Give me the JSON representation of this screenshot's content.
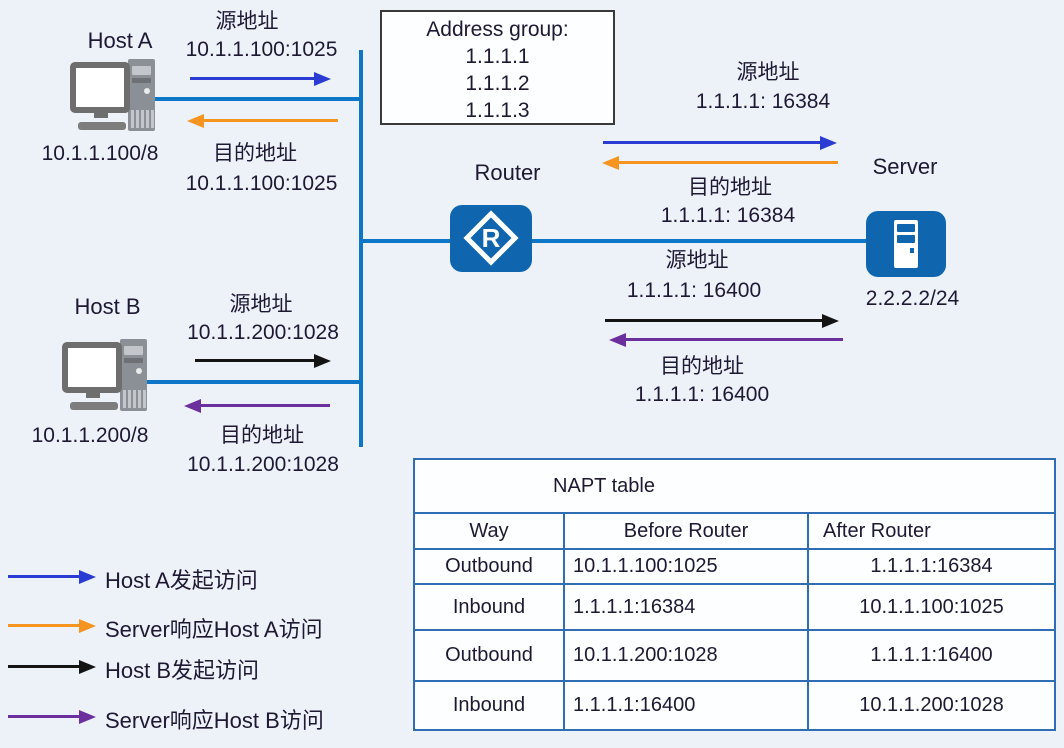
{
  "diagram": {
    "host_a": {
      "name": "Host A",
      "ip": "10.1.1.100/8",
      "src_label": "源地址",
      "src_value": "10.1.1.100:1025",
      "dst_label": "目的地址",
      "dst_value": "10.1.1.100:1025"
    },
    "host_b": {
      "name": "Host B",
      "ip": "10.1.1.200/8",
      "src_label": "源地址",
      "src_value": "10.1.1.200:1028",
      "dst_label": "目的地址",
      "dst_value": "10.1.1.200:1028"
    },
    "address_group": {
      "title": "Address group:",
      "addresses": [
        "1.1.1.1",
        "1.1.1.2",
        "1.1.1.3"
      ]
    },
    "router": {
      "name": "Router"
    },
    "server": {
      "name": "Server",
      "ip": "2.2.2.2/24"
    },
    "wan_flows": {
      "a_src_label": "源地址",
      "a_src_value": "1.1.1.1: 16384",
      "a_dst_label": "目的地址",
      "a_dst_value": "1.1.1.1: 16384",
      "b_src_label": "源地址",
      "b_src_value": "1.1.1.1: 16400",
      "b_dst_label": "目的地址",
      "b_dst_value": "1.1.1.1: 16400"
    }
  },
  "legend": {
    "items": [
      {
        "label": "Host A发起访问",
        "color": "#2a3cd2"
      },
      {
        "label": "Server响应Host A访问",
        "color": "#f5941f"
      },
      {
        "label": "Host B发起访问",
        "color": "#141414"
      },
      {
        "label": "Server响应Host B访问",
        "color": "#6b2f9e"
      }
    ]
  },
  "napt_table": {
    "title": "NAPT table",
    "columns": [
      "Way",
      "Before Router",
      "After Router"
    ],
    "rows": [
      [
        "Outbound",
        "10.1.1.100:1025",
        "1.1.1.1:16384"
      ],
      [
        "Inbound",
        "1.1.1.1:16384",
        "10.1.1.100:1025"
      ],
      [
        "Outbound",
        "10.1.1.200:1028",
        "1.1.1.1:16400"
      ],
      [
        "Inbound",
        "1.1.1.1:16400",
        "10.1.1.200:1028"
      ]
    ]
  },
  "colors": {
    "host_a_flow": "#2a3cd2",
    "host_a_response_flow": "#f5941f",
    "host_b_flow": "#141414",
    "host_b_response_flow": "#6b2f9e",
    "network_line": "#0d76c6",
    "device_icon_blue": "#0f66af",
    "table_border": "#2f6eb5",
    "background": "#edf2f9",
    "text": "#1e1833"
  }
}
